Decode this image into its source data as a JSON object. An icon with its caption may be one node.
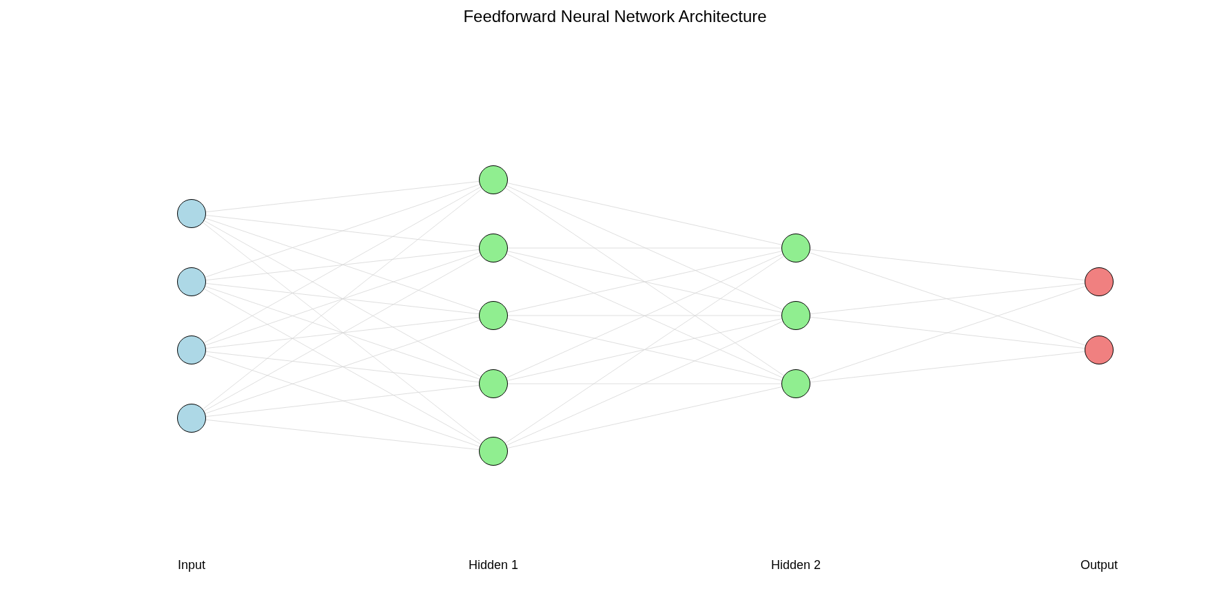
{
  "diagram": {
    "title": "Feedforward Neural Network Architecture",
    "nodes": [
      {
        "text": [],
        "shape": "circle"
      },
      {
        "text": [],
        "shape": "circle"
      },
      {
        "text": [],
        "shape": "circle"
      },
      {
        "text": [],
        "shape": "circle"
      },
      {
        "text": [],
        "shape": "circle"
      },
      {
        "text": [],
        "shape": "circle"
      },
      {
        "text": [],
        "shape": "circle"
      },
      {
        "text": [],
        "shape": "circle"
      },
      {
        "text": [],
        "shape": "circle"
      },
      {
        "text": [],
        "shape": "circle"
      },
      {
        "text": [],
        "shape": "circle"
      },
      {
        "text": [],
        "shape": "circle"
      },
      {
        "text": [],
        "shape": "circle"
      },
      {
        "text": [],
        "shape": "circle"
      }
    ],
    "edges": [
      {
        "from": 0,
        "to": 4,
        "arrow": "none"
      },
      {
        "from": 0,
        "to": 5,
        "arrow": "none"
      },
      {
        "from": 0,
        "to": 6,
        "arrow": "none"
      },
      {
        "from": 0,
        "to": 7,
        "arrow": "none"
      },
      {
        "from": 0,
        "to": 8,
        "arrow": "none"
      },
      {
        "from": 1,
        "to": 4,
        "arrow": "none"
      },
      {
        "from": 1,
        "to": 5,
        "arrow": "none"
      },
      {
        "from": 1,
        "to": 6,
        "arrow": "none"
      },
      {
        "from": 1,
        "to": 7,
        "arrow": "none"
      },
      {
        "from": 1,
        "to": 8,
        "arrow": "none"
      },
      {
        "from": 2,
        "to": 4,
        "arrow": "none"
      },
      {
        "from": 2,
        "to": 5,
        "arrow": "none"
      },
      {
        "from": 2,
        "to": 6,
        "arrow": "none"
      },
      {
        "from": 2,
        "to": 7,
        "arrow": "none"
      },
      {
        "from": 2,
        "to": 8,
        "arrow": "none"
      },
      {
        "from": 3,
        "to": 4,
        "arrow": "none"
      },
      {
        "from": 3,
        "to": 5,
        "arrow": "none"
      },
      {
        "from": 3,
        "to": 6,
        "arrow": "none"
      },
      {
        "from": 3,
        "to": 7,
        "arrow": "none"
      },
      {
        "from": 3,
        "to": 8,
        "arrow": "none"
      },
      {
        "from": 4,
        "to": 9,
        "arrow": "none"
      },
      {
        "from": 4,
        "to": 10,
        "arrow": "none"
      },
      {
        "from": 4,
        "to": 11,
        "arrow": "none"
      },
      {
        "from": 5,
        "to": 9,
        "arrow": "none"
      },
      {
        "from": 5,
        "to": 10,
        "arrow": "none"
      },
      {
        "from": 5,
        "to": 11,
        "arrow": "none"
      },
      {
        "from": 6,
        "to": 9,
        "arrow": "none"
      },
      {
        "from": 6,
        "to": 10,
        "arrow": "none"
      },
      {
        "from": 6,
        "to": 11,
        "arrow": "none"
      },
      {
        "from": 7,
        "to": 9,
        "arrow": "none"
      },
      {
        "from": 7,
        "to": 10,
        "arrow": "none"
      },
      {
        "from": 7,
        "to": 11,
        "arrow": "none"
      },
      {
        "from": 8,
        "to": 9,
        "arrow": "none"
      },
      {
        "from": 8,
        "to": 10,
        "arrow": "none"
      },
      {
        "from": 8,
        "to": 11,
        "arrow": "none"
      },
      {
        "from": 9,
        "to": 12,
        "arrow": "none"
      },
      {
        "from": 9,
        "to": 13,
        "arrow": "none"
      },
      {
        "from": 10,
        "to": 12,
        "arrow": "none"
      },
      {
        "from": 10,
        "to": 13,
        "arrow": "none"
      },
      {
        "from": 11,
        "to": 12,
        "arrow": "none"
      },
      {
        "from": 11,
        "to": 13,
        "arrow": "none"
      }
    ],
    "labels": [
      "Input",
      "Hidden 1",
      "Hidden 2",
      "Output"
    ]
  }
}
